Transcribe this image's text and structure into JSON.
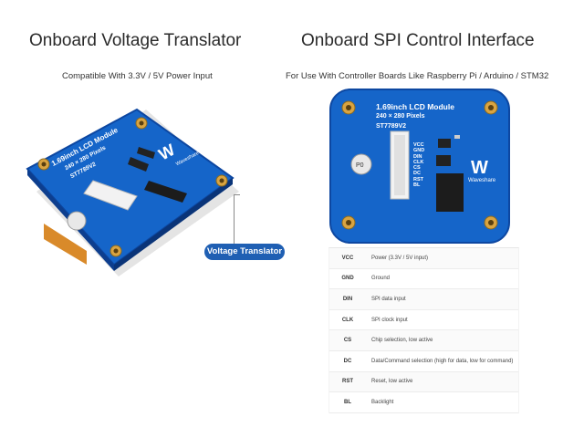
{
  "left": {
    "title": "Onboard Voltage Translator",
    "subtitle": "Compatible With 3.3V / 5V Power Input",
    "board_line1": "1.69inch LCD Module",
    "board_line2": "240 × 280 Pixels",
    "board_line3": "ST7789V2",
    "brand": "Waveshare",
    "callout": "Voltage Translator"
  },
  "right": {
    "title": "Onboard SPI Control Interface",
    "subtitle": "For Use With Controller Boards Like Raspberry Pi / Arduino / STM32",
    "board_line1": "1.69inch LCD Module",
    "board_line2": "240 × 280 Pixels",
    "board_line3": "ST7789V2",
    "brand": "Waveshare",
    "pin_labels": [
      "VCC",
      "GND",
      "DIN",
      "CLK",
      "CS",
      "DC",
      "RST",
      "BL"
    ]
  },
  "pins": [
    {
      "name": "VCC",
      "desc": "Power (3.3V / 5V input)"
    },
    {
      "name": "GND",
      "desc": "Ground"
    },
    {
      "name": "DIN",
      "desc": "SPI data input"
    },
    {
      "name": "CLK",
      "desc": "SPI clock input"
    },
    {
      "name": "CS",
      "desc": "Chip selection, low active"
    },
    {
      "name": "DC",
      "desc": "Data/Command selection (high for data, low for command)"
    },
    {
      "name": "RST",
      "desc": "Reset, low active"
    },
    {
      "name": "BL",
      "desc": "Backlight"
    }
  ],
  "colors": {
    "pcb": "#1565c9",
    "pcb_dark": "#0d47a1",
    "gold": "#d9a441",
    "callout": "#1f5fb3"
  }
}
